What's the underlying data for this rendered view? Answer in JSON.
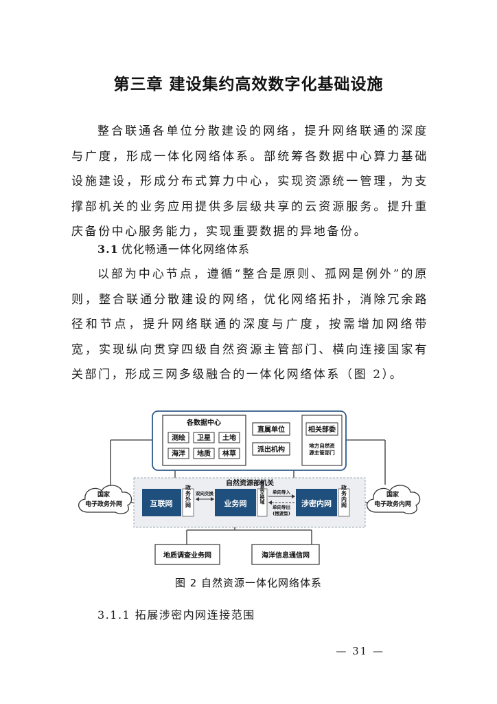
{
  "page_title": "第三章 建设集约高效数字化基础设施",
  "intro_paragraph": "整合联通各单位分散建设的网络，提升网络联通的深度与广度，形成一体化网络体系。部统筹各数据中心算力基础设施建设，形成分布式算力中心，实现资源统一管理，为支撑部机关的业务应用提供多层级共享的云资源服务。提升重庆备份中心服务能力，实现重要数据的异地备份。",
  "section": {
    "number": "3.1",
    "title": "优化畅通一体化网络体系"
  },
  "section_paragraph": "以部为中心节点，遵循“整合是原则、孤网是例外”的原则，整合联通分散建设的网络，优化网络拓扑，消除冗余路径和节点，提升网络联通的深度与广度，按需增加网络带宽，实现纵向贯穿四级自然资源主管部门、横向连接国家有关部门，形成三网多级融合的一体化网络体系（图 2）。",
  "diagram": {
    "data_centers_title": "各数据中心",
    "data_centers": [
      "测绘",
      "卫星",
      "土地",
      "海洋",
      "地质",
      "林草"
    ],
    "direct_units": "直属单位",
    "dispatched_agencies": "派出机构",
    "related_ministries": "相关部委",
    "local_departments_line1": "地方自然资",
    "local_departments_line2": "源主管部门",
    "core_title": "自然资源部机关",
    "internet": "互联网",
    "business_network": "业务网",
    "classified_network": "涉密内网",
    "egov_external_label": "政务外网",
    "two_way_exchange": "双向交换",
    "info_exchange_label": "信息交换域",
    "one_way_import": "单向导入",
    "one_way_export_line1": "单向导出",
    "one_way_export_line2": "(摆渡型)",
    "egov_internal_label": "政务内网",
    "cloud_left_line1": "国家",
    "cloud_left_line2": "电子政务外网",
    "cloud_right_line1": "国家",
    "cloud_right_line2": "电子政务内网",
    "geo_survey_network": "地质调查业务网",
    "ocean_info_network": "海洋信息通信网",
    "colors": {
      "frame": "#2e5a8a",
      "dark_box": "#1f4f7c",
      "core_bg": "#eceef1",
      "core_border": "#9aa7b5"
    }
  },
  "figure_caption": "图 2 自然资源一体化网络体系",
  "subsection": {
    "title": "3.1.1 拓展涉密内网连接范围"
  },
  "page_number": "— 31 —"
}
